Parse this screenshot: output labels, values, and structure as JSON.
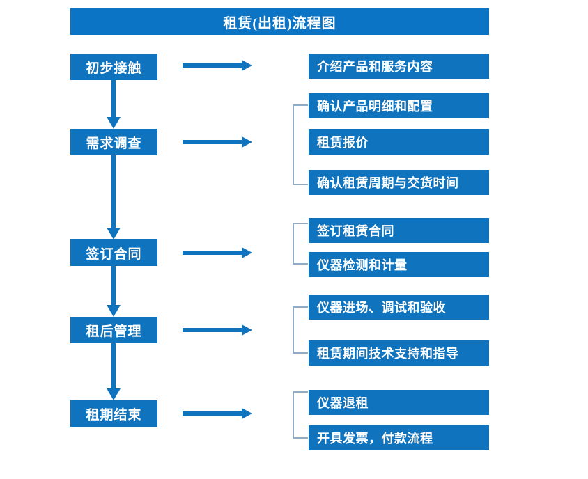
{
  "page": {
    "title": "租赁(出租)流程图",
    "colors": {
      "box_blue": "#1073bd",
      "title_blue": "#0b74c4",
      "bracket_blue": "#8fadc8",
      "arrow_blue": "#1073bd",
      "text": "#ffffff",
      "background": "#ffffff"
    }
  },
  "stages": [
    {
      "label": "初步接触"
    },
    {
      "label": "需求调查"
    },
    {
      "label": "签订合同"
    },
    {
      "label": "租后管理"
    },
    {
      "label": "租期结束"
    }
  ],
  "details": [
    {
      "label": "介绍产品和服务内容"
    },
    {
      "label": "确认产品明细和配置"
    },
    {
      "label": "租赁报价"
    },
    {
      "label": "确认租赁周期与交货时间"
    },
    {
      "label": "签订租赁合同"
    },
    {
      "label": "仪器检测和计量"
    },
    {
      "label": "仪器进场、调试和验收"
    },
    {
      "label": "租赁期间技术支持和指导"
    },
    {
      "label": "仪器退租"
    },
    {
      "label": "开具发票，付款流程"
    }
  ],
  "connectors": {
    "vertical_arrow_icon": "arrow-down-icon",
    "horizontal_arrow_icon": "arrow-right-icon",
    "group_bracket_icon": "group-bracket-icon"
  }
}
